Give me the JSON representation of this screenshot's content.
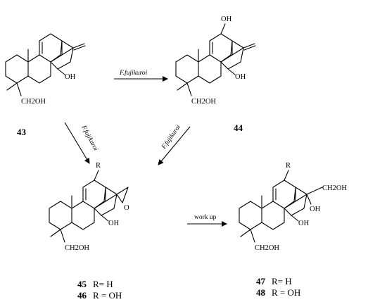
{
  "compounds": {
    "c43": {
      "number": "43",
      "oh": "OH",
      "ch2oh": "CH2OH"
    },
    "c44": {
      "number": "44",
      "oh_top": "OH",
      "oh": "OH",
      "ch2oh": "CH2OH"
    },
    "c45_46": {
      "r_label": "R",
      "line1_num": "45",
      "line1_def": "R= H",
      "line2_num": "46",
      "line2_def": "R = OH",
      "oh": "OH",
      "ch2oh": "CH2OH",
      "epoxide_o": "O"
    },
    "c47_48": {
      "r_label": "R",
      "line1_num": "47",
      "line1_def": "R= H",
      "line2_num": "48",
      "line2_def": "R = OH",
      "ch2oh_top": "CH2OH",
      "oh_mid": "OH",
      "oh": "OH",
      "ch2oh": "CH2OH"
    }
  },
  "reactions": {
    "r1": {
      "label": "F.fujikuroi"
    },
    "r2": {
      "label": "F.fujikuroi"
    },
    "r3": {
      "label": "F.fujikuroi"
    },
    "r4": {
      "label": "work up"
    }
  },
  "colors": {
    "ink": "#000000",
    "background": "#ffffff"
  }
}
